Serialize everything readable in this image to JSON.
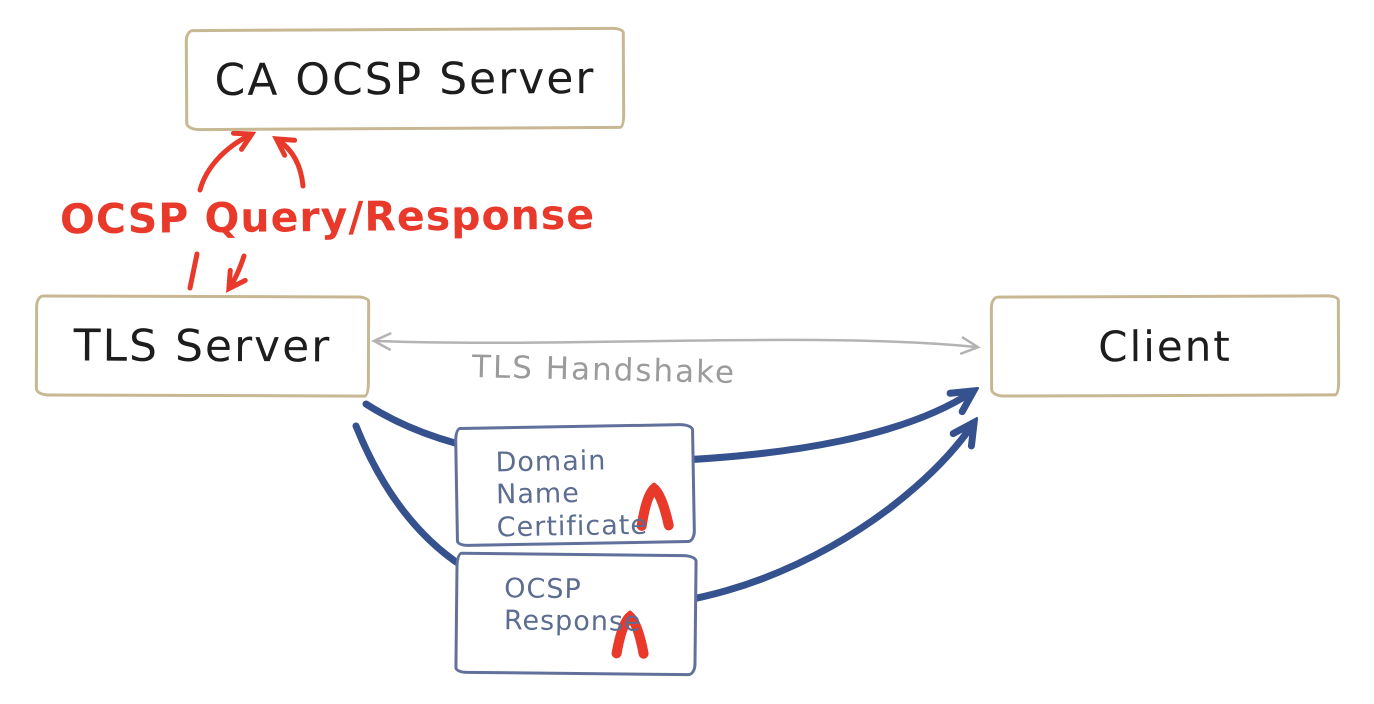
{
  "nodes": {
    "ca": {
      "label": "CA OCSP Server"
    },
    "tls": {
      "label": "TLS Server"
    },
    "client": {
      "label": "Client"
    },
    "cert": {
      "line1": "Domain Name",
      "line2": "Certificate"
    },
    "ocsp": {
      "line1": "OCSP",
      "line2": "Response"
    }
  },
  "labels": {
    "query": "OCSP Query/Response",
    "handshake": "TLS Handshake"
  },
  "colors": {
    "tan_border": "#c7b793",
    "ink": "#1d1d1d",
    "red": "#e8392b",
    "gray_line": "#b3b3b3",
    "gray_text": "#9b9b9b",
    "blue": "#35518e",
    "cert_border": "#61719c",
    "cert_text": "#5c6d91"
  },
  "icons": {
    "seal": "red-award-seal-icon"
  }
}
